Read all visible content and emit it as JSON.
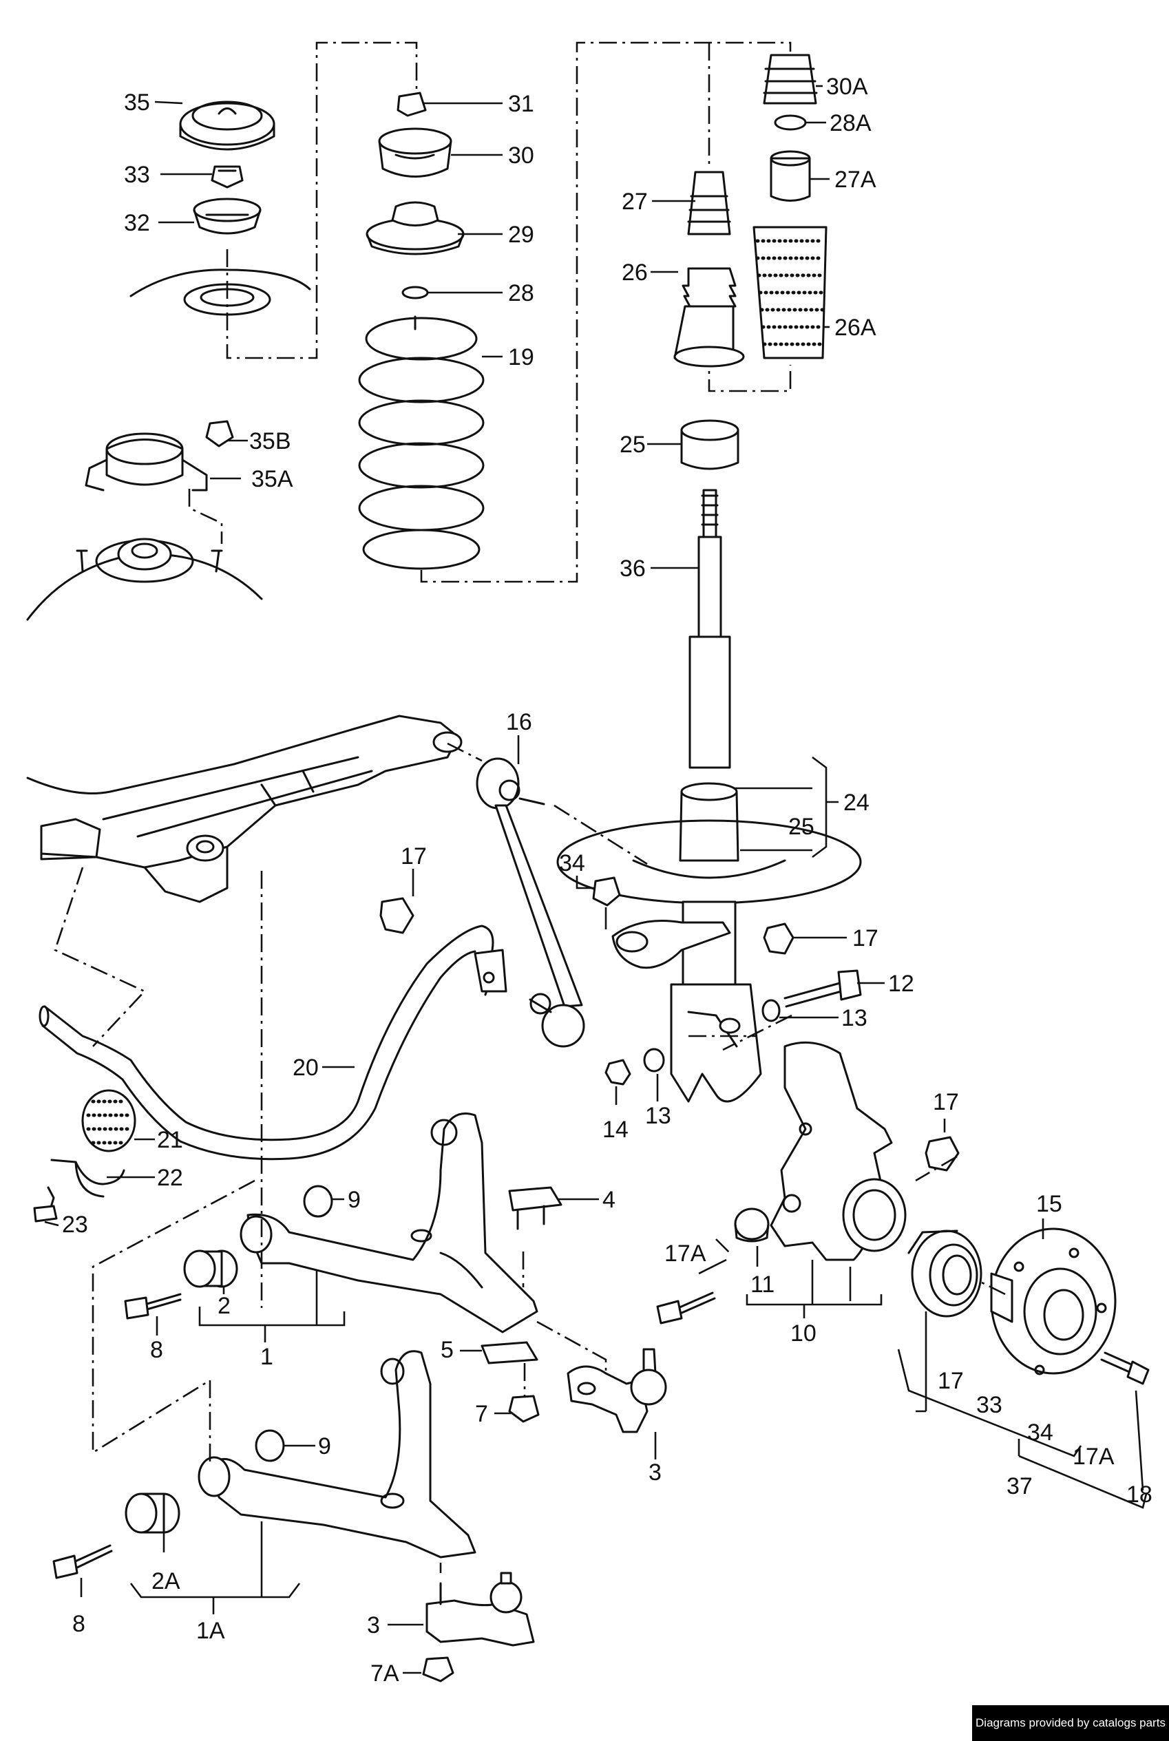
{
  "credit": "Diagrams provided by catalogs parts",
  "callouts": {
    "p35": "35",
    "p33": "33",
    "p32": "32",
    "p35B": "35B",
    "p35A": "35A",
    "p31": "31",
    "p30": "30",
    "p29": "29",
    "p28": "28",
    "p19": "19",
    "p30A": "30A",
    "p28A": "28A",
    "p27A": "27A",
    "p27": "27",
    "p26": "26",
    "p26A": "26A",
    "p25a": "25",
    "p36": "36",
    "p24": "24",
    "p25b": "25",
    "p16": "16",
    "p17a": "17",
    "p34a": "34",
    "p17b": "17",
    "p12": "12",
    "p13a": "13",
    "p20": "20",
    "p14": "14",
    "p13b": "13",
    "p17c": "17",
    "p15": "15",
    "p21": "21",
    "p22": "22",
    "p23": "23",
    "p9a": "9",
    "p4": "4",
    "p17A_a": "17A",
    "p11": "11",
    "p10": "10",
    "p2": "2",
    "p8a": "8",
    "p1": "1",
    "p5": "5",
    "p7": "7",
    "p3a": "3",
    "p17d": "17",
    "p33b": "33",
    "p34b": "34",
    "p17A_b": "17A",
    "p37": "37",
    "p18": "18",
    "p9b": "9",
    "p2A": "2A",
    "p8b": "8",
    "p1A": "1A",
    "p3b": "3",
    "p7A": "7A"
  }
}
